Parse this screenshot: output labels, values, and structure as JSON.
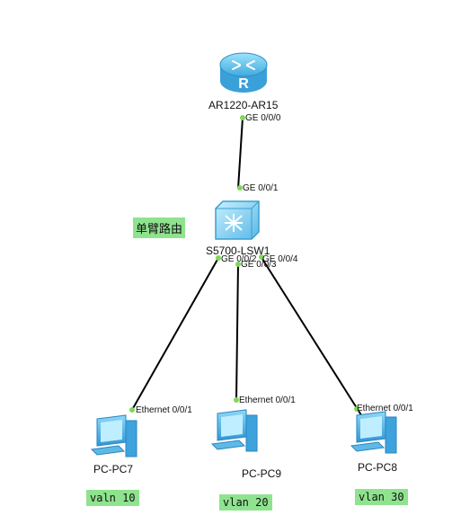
{
  "router": {
    "label": "AR1220-AR15",
    "icon": "router-icon",
    "port": "GE 0/0/0"
  },
  "switch": {
    "label": "S5700-LSW1",
    "icon": "switch-icon",
    "ports": {
      "uplink": "GE 0/0/1",
      "pc7": "GE 0/0/2",
      "pc9": "GE 0/0/3",
      "pc8": "GE 0/0/4"
    }
  },
  "title_tag": "单臂路由",
  "pcs": [
    {
      "name": "PC-PC7",
      "port": "Ethernet 0/0/1",
      "vlan": "valn 10",
      "icon": "pc-icon"
    },
    {
      "name": "PC-PC9",
      "port": "Ethernet 0/0/1",
      "vlan": "vlan 20",
      "icon": "pc-icon"
    },
    {
      "name": "PC-PC8",
      "port": "Ethernet 0/0/1",
      "vlan": "vlan 30",
      "icon": "pc-icon"
    }
  ],
  "colors": {
    "link": "#000000",
    "port_dot": "#7ed957",
    "tag_bg": "#8fe38f",
    "device": "#4fb6e8"
  }
}
